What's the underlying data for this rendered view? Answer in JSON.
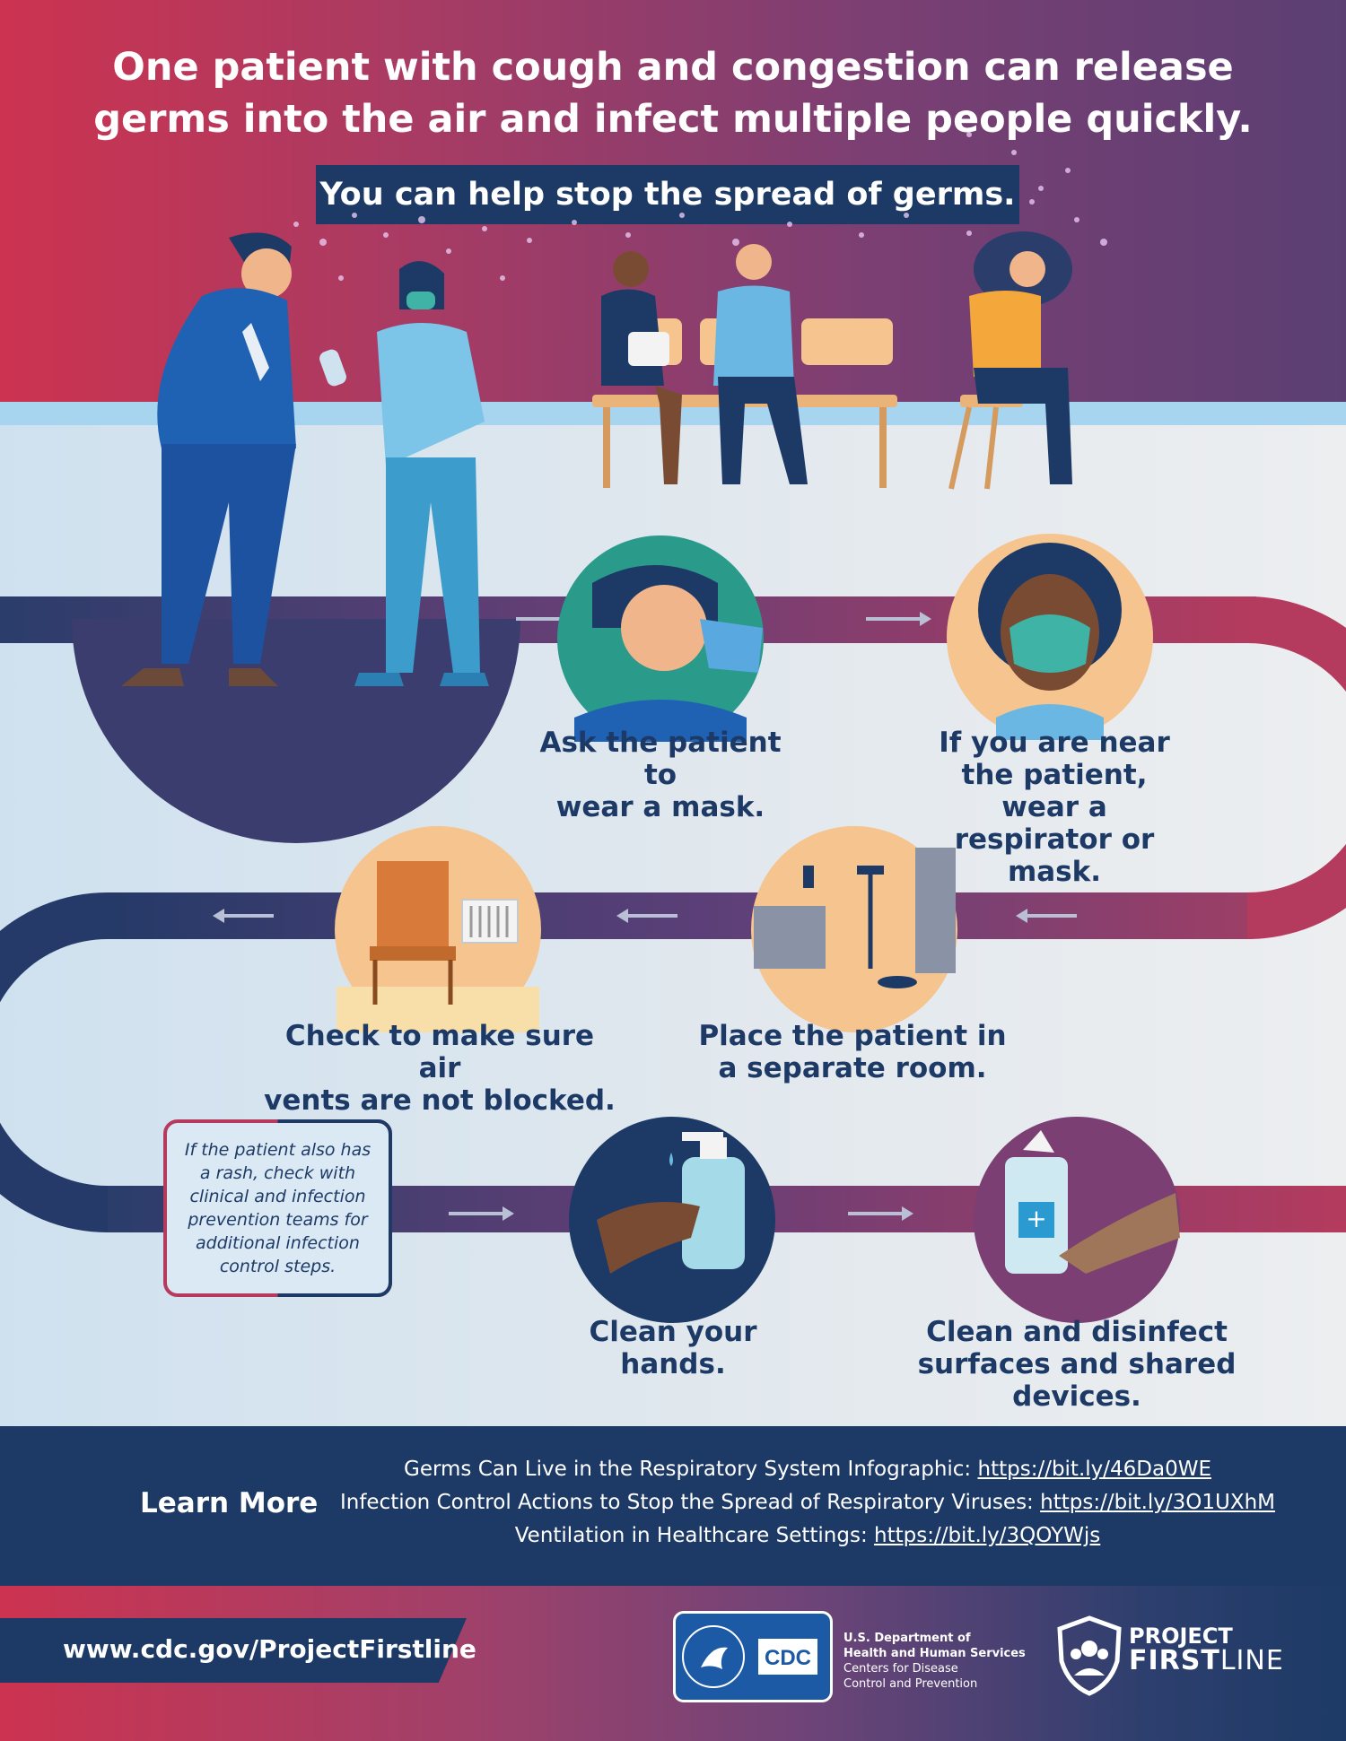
{
  "header": {
    "headline_line1": "One patient with cough and congestion can release",
    "headline_line2": "germs into the air and infect multiple people quickly.",
    "subhead": "You can help stop the spread of germs."
  },
  "steps": [
    {
      "line1": "Ask the patient to",
      "line2": "wear a mask.",
      "icon": "masked-patient-icon"
    },
    {
      "line1": "If you are near",
      "line2": "the patient, wear a",
      "line3": "respirator or mask.",
      "icon": "respirator-worker-icon"
    },
    {
      "line1": "Place the patient in",
      "line2": "a separate room.",
      "icon": "exam-room-icon"
    },
    {
      "line1": "Check to make sure air",
      "line2": "vents are not blocked.",
      "icon": "air-vent-chair-icon"
    },
    {
      "line1": "Clean your",
      "line2": "hands.",
      "icon": "hand-sanitizer-icon"
    },
    {
      "line1": "Clean and disinfect",
      "line2": "surfaces and shared devices.",
      "icon": "disinfectant-wipes-icon"
    }
  ],
  "note": {
    "text": "If the patient also has a rash, check with clinical and infection prevention teams for additional infection control steps."
  },
  "learn_more": {
    "title": "Learn More",
    "links": [
      {
        "label": "Germs Can Live in the Respiratory System Infographic: ",
        "url": "https://bit.ly/46Da0WE"
      },
      {
        "label": "Infection Control Actions to Stop the Spread of Respiratory Viruses: ",
        "url": "https://bit.ly/3O1UXhM"
      },
      {
        "label": "Ventilation in Healthcare Settings: ",
        "url": "https://bit.ly/3QOYWjs"
      }
    ]
  },
  "footer": {
    "website": "www.cdc.gov/ProjectFirstline",
    "cdc_logo": "CDC",
    "hhs_line1": "U.S. Department of",
    "hhs_line2": "Health and Human Services",
    "hhs_line3": "Centers for Disease",
    "hhs_line4": "Control and Prevention",
    "pf_line1": "PROJECT",
    "pf_first": "FIRST",
    "pf_line": "LINE"
  },
  "colors": {
    "navy": "#1d3a66",
    "crimson": "#cc3350",
    "plum": "#7b3f73",
    "light_blue": "#a7d4ee"
  }
}
